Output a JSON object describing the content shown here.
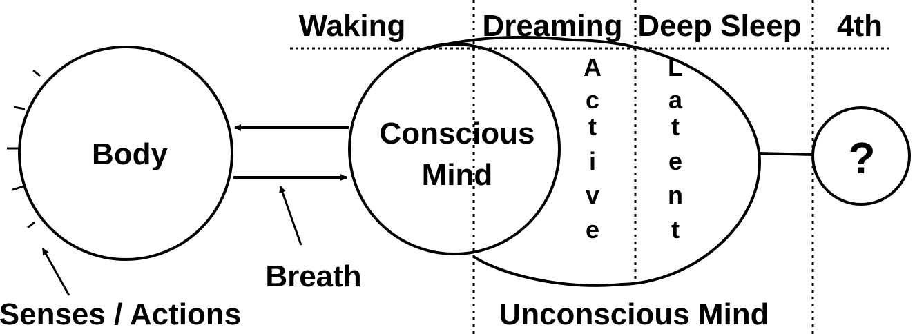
{
  "colors": {
    "ink": "#000000",
    "background": "#ffffff"
  },
  "states": {
    "waking": "Waking",
    "dreaming": "Dreaming",
    "deep_sleep": "Deep Sleep",
    "fourth": "4th"
  },
  "nodes": {
    "body": "Body",
    "conscious_mind_line1": "Conscious",
    "conscious_mind_line2": "Mind",
    "unconscious_mind": "Unconscious Mind",
    "unknown": "?"
  },
  "annotations": {
    "breath": "Breath",
    "senses_actions": "Senses / Actions"
  },
  "vertical_labels": {
    "active": [
      "A",
      "c",
      "t",
      "i",
      "v",
      "e"
    ],
    "latent": [
      "L",
      "a",
      "t",
      "e",
      "n",
      "t"
    ]
  }
}
